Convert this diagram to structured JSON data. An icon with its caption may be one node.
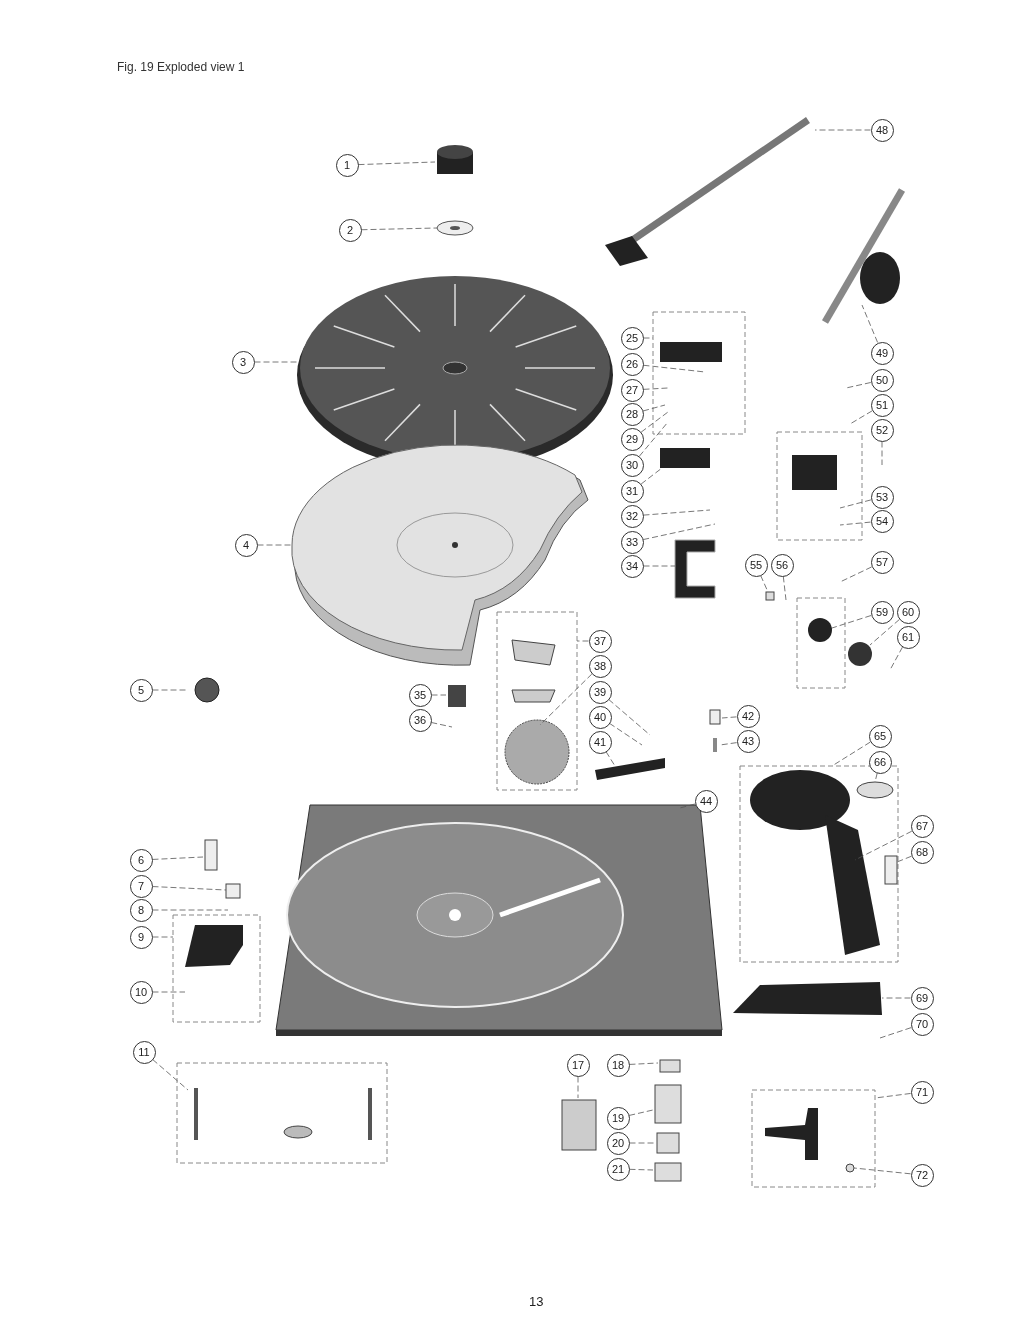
{
  "diagram": {
    "title": "Fig. 19  Exploded view 1",
    "nodes": [
      {
        "text": [
          "1"
        ]
      },
      {
        "text": [
          "2"
        ]
      },
      {
        "text": [
          "3"
        ]
      },
      {
        "text": [
          "4"
        ]
      },
      {
        "text": [
          "5"
        ]
      },
      {
        "text": [
          "6"
        ]
      },
      {
        "text": [
          "7"
        ]
      },
      {
        "text": [
          "8"
        ]
      },
      {
        "text": [
          "9"
        ]
      },
      {
        "text": [
          "10"
        ]
      },
      {
        "text": [
          "11"
        ]
      },
      {
        "text": [
          "17"
        ]
      },
      {
        "text": [
          "18"
        ]
      },
      {
        "text": [
          "19"
        ]
      },
      {
        "text": [
          "20"
        ]
      },
      {
        "text": [
          "21"
        ]
      },
      {
        "text": [
          "25"
        ]
      },
      {
        "text": [
          "26"
        ]
      },
      {
        "text": [
          "27"
        ]
      },
      {
        "text": [
          "28"
        ]
      },
      {
        "text": [
          "29"
        ]
      },
      {
        "text": [
          "30"
        ]
      },
      {
        "text": [
          "31"
        ]
      },
      {
        "text": [
          "32"
        ]
      },
      {
        "text": [
          "33"
        ]
      },
      {
        "text": [
          "34"
        ]
      },
      {
        "text": [
          "35"
        ]
      },
      {
        "text": [
          "36"
        ]
      },
      {
        "text": [
          "37"
        ]
      },
      {
        "text": [
          "38"
        ]
      },
      {
        "text": [
          "39"
        ]
      },
      {
        "text": [
          "40"
        ]
      },
      {
        "text": [
          "41"
        ]
      },
      {
        "text": [
          "42"
        ]
      },
      {
        "text": [
          "43"
        ]
      },
      {
        "text": [
          "44"
        ]
      },
      {
        "text": [
          "48"
        ]
      },
      {
        "text": [
          "49"
        ]
      },
      {
        "text": [
          "50"
        ]
      },
      {
        "text": [
          "51"
        ]
      },
      {
        "text": [
          "52"
        ]
      },
      {
        "text": [
          "53"
        ]
      },
      {
        "text": [
          "54"
        ]
      },
      {
        "text": [
          "55"
        ]
      },
      {
        "text": [
          "56"
        ]
      },
      {
        "text": [
          "57"
        ]
      },
      {
        "text": [
          "59"
        ]
      },
      {
        "text": [
          "60"
        ]
      },
      {
        "text": [
          "61"
        ]
      },
      {
        "text": [
          "65"
        ]
      },
      {
        "text": [
          "66"
        ]
      },
      {
        "text": [
          "67"
        ]
      },
      {
        "text": [
          "68"
        ]
      },
      {
        "text": [
          "69"
        ]
      },
      {
        "text": [
          "70"
        ]
      },
      {
        "text": [
          "71"
        ]
      },
      {
        "text": [
          "72"
        ]
      }
    ],
    "edges": [
      {
        "from": 0,
        "to": null,
        "arrow": "none"
      },
      {
        "from": 1,
        "to": null,
        "arrow": "none"
      },
      {
        "from": 2,
        "to": null,
        "arrow": "none"
      },
      {
        "from": 3,
        "to": null,
        "arrow": "none"
      },
      {
        "from": 4,
        "to": null,
        "arrow": "none"
      },
      {
        "from": 5,
        "to": null,
        "arrow": "none"
      },
      {
        "from": 6,
        "to": null,
        "arrow": "none"
      },
      {
        "from": 7,
        "to": null,
        "arrow": "none"
      },
      {
        "from": 8,
        "to": null,
        "arrow": "none"
      },
      {
        "from": 9,
        "to": null,
        "arrow": "none"
      },
      {
        "from": 10,
        "to": null,
        "arrow": "none"
      },
      {
        "from": 11,
        "to": null,
        "arrow": "none"
      },
      {
        "from": 12,
        "to": null,
        "arrow": "none"
      },
      {
        "from": 13,
        "to": null,
        "arrow": "none"
      },
      {
        "from": 14,
        "to": null,
        "arrow": "none"
      },
      {
        "from": 15,
        "to": null,
        "arrow": "none"
      },
      {
        "from": 16,
        "to": null,
        "arrow": "none"
      },
      {
        "from": 17,
        "to": null,
        "arrow": "none"
      },
      {
        "from": 18,
        "to": null,
        "arrow": "none"
      },
      {
        "from": 19,
        "to": null,
        "arrow": "none"
      },
      {
        "from": 20,
        "to": null,
        "arrow": "none"
      },
      {
        "from": 21,
        "to": null,
        "arrow": "none"
      },
      {
        "from": 22,
        "to": null,
        "arrow": "none"
      },
      {
        "from": 23,
        "to": null,
        "arrow": "none"
      },
      {
        "from": 24,
        "to": null,
        "arrow": "none"
      },
      {
        "from": 25,
        "to": null,
        "arrow": "none"
      },
      {
        "from": 26,
        "to": null,
        "arrow": "none"
      },
      {
        "from": 27,
        "to": null,
        "arrow": "none"
      },
      {
        "from": 28,
        "to": null,
        "arrow": "none"
      },
      {
        "from": 29,
        "to": null,
        "arrow": "none"
      },
      {
        "from": 30,
        "to": null,
        "arrow": "none"
      },
      {
        "from": 31,
        "to": null,
        "arrow": "none"
      },
      {
        "from": 32,
        "to": null,
        "arrow": "none"
      },
      {
        "from": 33,
        "to": null,
        "arrow": "none"
      },
      {
        "from": 34,
        "to": null,
        "arrow": "none"
      },
      {
        "from": 35,
        "to": null,
        "arrow": "none"
      },
      {
        "from": 36,
        "to": null,
        "arrow": "none"
      },
      {
        "from": 37,
        "to": null,
        "arrow": "none"
      },
      {
        "from": 38,
        "to": null,
        "arrow": "none"
      },
      {
        "from": 39,
        "to": null,
        "arrow": "none"
      },
      {
        "from": 40,
        "to": null,
        "arrow": "none"
      },
      {
        "from": 41,
        "to": null,
        "arrow": "none"
      },
      {
        "from": 42,
        "to": null,
        "arrow": "none"
      },
      {
        "from": 43,
        "to": null,
        "arrow": "none"
      },
      {
        "from": 44,
        "to": null,
        "arrow": "none"
      },
      {
        "from": 45,
        "to": null,
        "arrow": "none"
      },
      {
        "from": 46,
        "to": null,
        "arrow": "none"
      },
      {
        "from": 47,
        "to": null,
        "arrow": "none"
      },
      {
        "from": 48,
        "to": null,
        "arrow": "none"
      },
      {
        "from": 49,
        "to": null,
        "arrow": "none"
      },
      {
        "from": 50,
        "to": null,
        "arrow": "none"
      },
      {
        "from": 51,
        "to": null,
        "arrow": "none"
      },
      {
        "from": 52,
        "to": null,
        "arrow": "none"
      },
      {
        "from": 53,
        "to": null,
        "arrow": "none"
      },
      {
        "from": 54,
        "to": null,
        "arrow": "none"
      },
      {
        "from": 55,
        "to": null,
        "arrow": "none"
      },
      {
        "from": 56,
        "to": null,
        "arrow": "none"
      }
    ],
    "labels": [
      "13"
    ]
  }
}
